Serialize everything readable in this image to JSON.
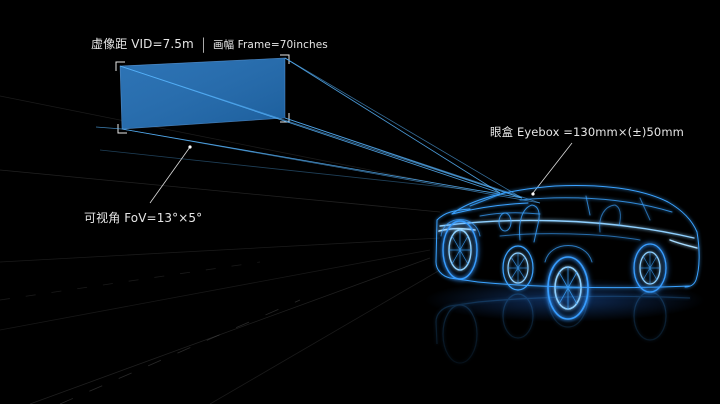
{
  "labels": {
    "vid": "虚像距 VID=7.5m",
    "separator": "|",
    "frame": "画幅 Frame=70inches",
    "eyebox": "眼盒 Eyebox =130mm×(±)50mm",
    "fov": "可视角 FoV=13°×5°"
  },
  "colors": {
    "background": "#000000",
    "virtual_image": "#1f6ab0",
    "ray": "#58b6ff",
    "car_wire": "#3aa2ff",
    "label_text": "#e6e6e6"
  }
}
